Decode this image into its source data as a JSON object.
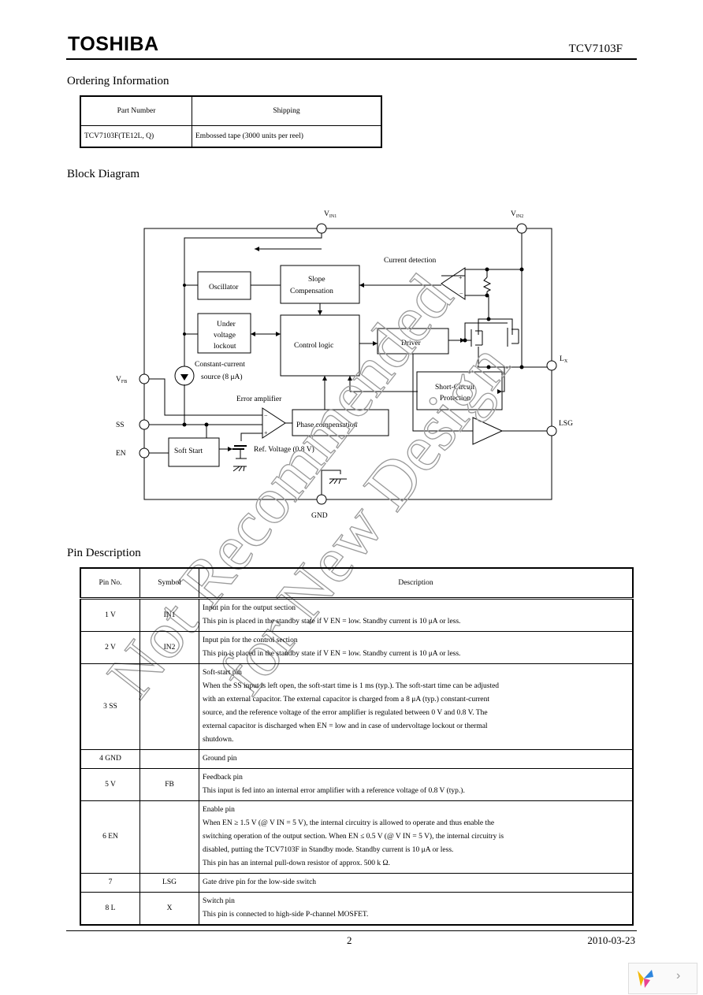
{
  "header": {
    "logo": "TOSHIBA",
    "part": "TCV7103F"
  },
  "ordering": {
    "title": "Ordering Information",
    "headers": [
      "Part Number",
      "Shipping"
    ],
    "rows": [
      [
        "TCV7103F(TE12L, Q)",
        "Embossed tape (3000 units per reel)"
      ]
    ]
  },
  "block_diagram": {
    "title": "Block Diagram",
    "labels": {
      "vin1": "V",
      "vin1_sub": "IN1",
      "vin2": "V",
      "vin2_sub": "IN2",
      "vfb": "V",
      "vfb_sub": "FB",
      "ss": "SS",
      "en": "EN",
      "lx": "L",
      "lx_sub": "X",
      "lsg": "LSG",
      "gnd": "GND",
      "oscillator": "Oscillator",
      "slope1": "Slope",
      "slope2": "Compensation",
      "uvlo1": "Under",
      "uvlo2": "voltage",
      "uvlo3": "lockout",
      "control_logic": "Control logic",
      "driver": "Driver",
      "current_detection": "Current detection",
      "ccs1": "Constant-current",
      "ccs2": "source (8    μA)",
      "error_amp": "Error amplifier",
      "phase_comp": "Phase compensation",
      "soft_start": "Soft Start",
      "ref_voltage": "Ref. Voltage (0.8 V)",
      "scp1": "Short-Circuit",
      "scp2": "Protection"
    }
  },
  "pin_description": {
    "title": "Pin Description",
    "headers": [
      "Pin No.",
      "Symbol",
      "Description"
    ],
    "rows": [
      {
        "no": "1 V",
        "symbol": "IN1",
        "lines": [
          "Input pin for the output section",
          "This pin is placed in the standby state if V                    EN   = low. Standby current is 10 μA or less."
        ]
      },
      {
        "no": "2 V",
        "symbol": "IN2",
        "lines": [
          "Input pin for the control section",
          "This pin is placed in the standby state if V                    EN   = low. Standby current is 10 μA or less."
        ]
      },
      {
        "no": "3 SS",
        "symbol": "",
        "lines": [
          "Soft-start pin",
          "When the SS input is left open, the soft-start time is 1 ms (typ.). The soft-start time can be adjusted",
          "with an external capacitor. The external capacitor is charged from a 8                                        μA (typ.) constant-current",
          "source, and the reference voltage of the error amplifier is regulated between 0 V and 0.8 V. The",
          "external capacitor is discharged when EN                          = low and in case of undervoltage lockout or thermal",
          "shutdown."
        ]
      },
      {
        "no": "4 GND",
        "symbol": "",
        "lines": [
          "Ground      pin"
        ]
      },
      {
        "no": "5 V",
        "symbol": "FB",
        "lines": [
          "Feedback pin",
          "This input is fed into an internal error amplifier with a reference voltage of 0.8 V (typ.)."
        ]
      },
      {
        "no": "6 EN",
        "symbol": "",
        "lines": [
          "Enable pin",
          "When EN       ≥ 1.5 V (@ V       IN   = 5 V), the internal circuitry is allowed to operate and thus enable the",
          "switching operation of the output section. When EN                ≤ 0.5 V (@ V       IN   = 5 V), the internal circuitry is",
          "disabled, putting the TCV7103F in Standby mode. Standby current is 10                   μA or less.",
          "This pin has an internal pull-down resistor of approx. 500 k                                 Ω."
        ]
      },
      {
        "no": "7",
        "symbol": "LSG",
        "lines": [
          "Gate drive pin for the low-side switch"
        ]
      },
      {
        "no": "8 L",
        "symbol": "X",
        "lines": [
          "Switch pin",
          "This pin is connected to high-side P-channel MOSFET."
        ]
      }
    ]
  },
  "footer": {
    "page": "2",
    "date": "2010-03-23"
  },
  "watermark": {
    "line1": "Not Recommended",
    "line2": "for New Design"
  }
}
